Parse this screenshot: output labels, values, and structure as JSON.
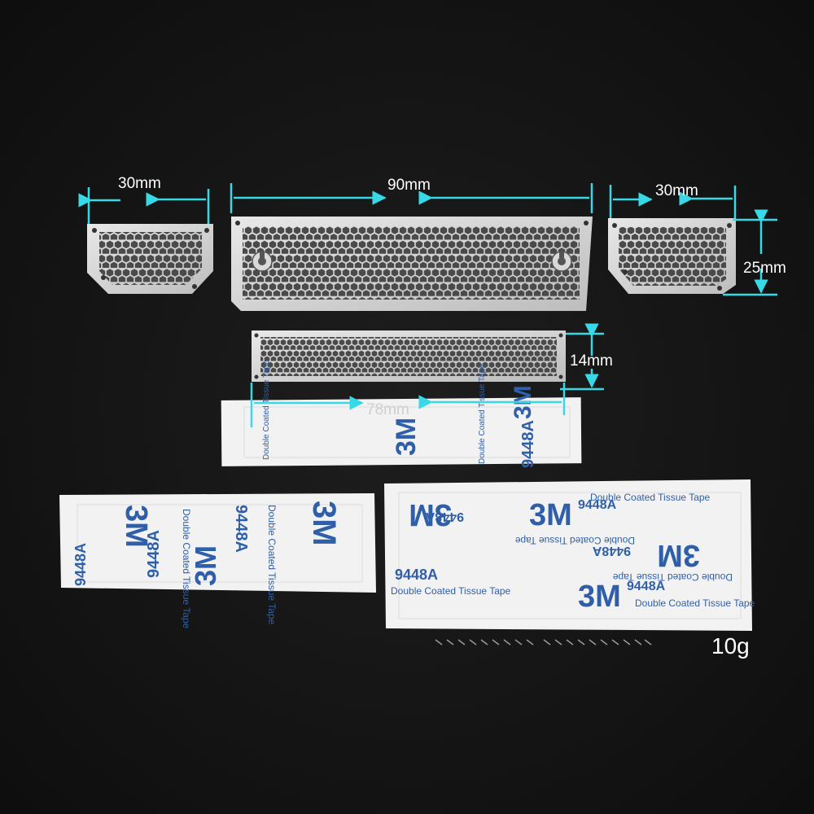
{
  "dimensions": {
    "left_grille_width": "30mm",
    "center_grille_width": "90mm",
    "right_grille_width": "30mm",
    "right_grille_height": "25mm",
    "lower_grille_height": "14mm",
    "lower_grille_width": "78mm"
  },
  "tape": {
    "brand": "3M",
    "model": "9448A",
    "description": "Double Coated Tissue Tape"
  },
  "weight": "10g",
  "colors": {
    "background": "#141414",
    "dimension_line": "#38d9e6",
    "tape_print": "#2f5fa8",
    "metal": "#d9d9d9"
  }
}
